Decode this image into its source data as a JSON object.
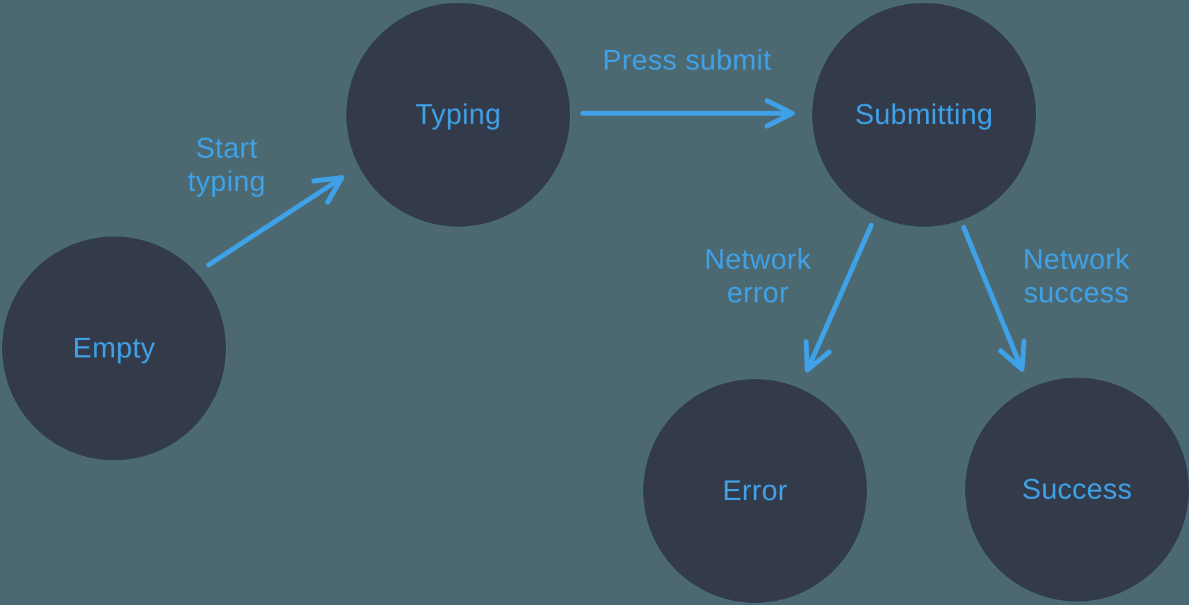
{
  "theme": {
    "background_color": "#4c6971",
    "node_color": "#333b4b",
    "accent_color": "#3fa2e9"
  },
  "diagram": {
    "nodes": [
      {
        "id": "empty",
        "label": "Empty"
      },
      {
        "id": "typing",
        "label": "Typing"
      },
      {
        "id": "submitting",
        "label": "Submitting"
      },
      {
        "id": "error",
        "label": "Error"
      },
      {
        "id": "success",
        "label": "Success"
      }
    ],
    "edges": [
      {
        "from": "empty",
        "to": "typing",
        "label": "Start typing"
      },
      {
        "from": "typing",
        "to": "submitting",
        "label": "Press submit"
      },
      {
        "from": "submitting",
        "to": "error",
        "label": "Network error"
      },
      {
        "from": "submitting",
        "to": "success",
        "label": "Network success"
      }
    ]
  }
}
